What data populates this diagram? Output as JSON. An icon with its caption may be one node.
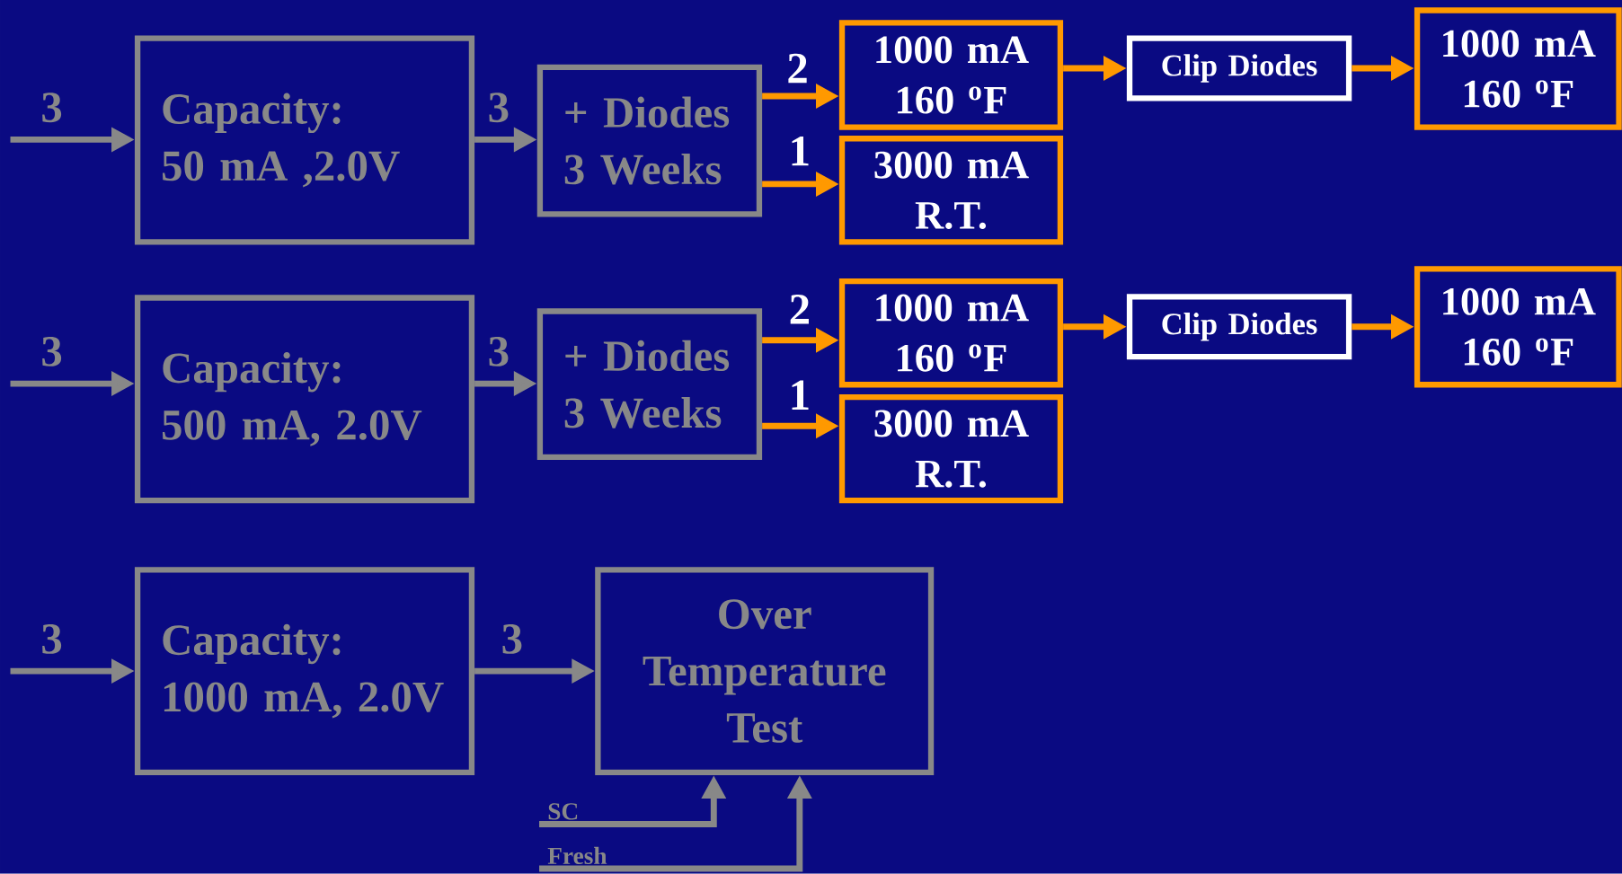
{
  "diagram": {
    "nodes": [
      {
        "text": [
          "Capacity:",
          "50 mA ,2.0V"
        ]
      },
      {
        "text": [
          "+ Diodes",
          "3 Weeks"
        ]
      },
      {
        "text": [
          "1000 mA",
          "160 $^{o}$F"
        ]
      },
      {
        "text": [
          "3000 mA",
          "R.T."
        ]
      },
      {
        "text": [
          "Clip Diodes"
        ]
      },
      {
        "text": [
          "1000 mA",
          "160 $^{o}$F"
        ]
      },
      {
        "text": [
          "Capacity:",
          "500 mA, 2.0V"
        ]
      },
      {
        "text": [
          "+ Diodes",
          "3 Weeks"
        ]
      },
      {
        "text": [
          "1000 mA",
          "160 $^{o}$F"
        ]
      },
      {
        "text": [
          "3000 mA",
          "R.T."
        ]
      },
      {
        "text": [
          "Clip Diodes"
        ]
      },
      {
        "text": [
          "1000 mA",
          "160 $^{o}$F"
        ]
      },
      {
        "text": [
          "Capacity:",
          "1000 mA, 2.0V"
        ]
      },
      {
        "text": [
          "Over Temperature Test"
        ]
      },
      {
        "text": [
          "SC"
        ]
      },
      {
        "text": [
          "Fresh"
        ]
      }
    ],
    "edges": [
      {
        "from": null,
        "to": 0,
        "arrow": "to",
        "label": "3"
      },
      {
        "from": 0,
        "to": 1,
        "arrow": "to",
        "label": "3"
      },
      {
        "from": 1,
        "to": 2,
        "arrow": "to",
        "label": "2",
        "color": "#ff9900"
      },
      {
        "from": 1,
        "to": 3,
        "arrow": "to",
        "label": "1",
        "color": "#ff9900"
      },
      {
        "from": 2,
        "to": 4,
        "arrow": "to",
        "color": "#ff9900"
      },
      {
        "from": 4,
        "to": 5,
        "arrow": "to",
        "color": "#ff9900"
      },
      {
        "from": null,
        "to": 6,
        "arrow": "to",
        "label": "3"
      },
      {
        "from": 6,
        "to": 7,
        "arrow": "to",
        "label": "3"
      },
      {
        "from": 7,
        "to": 8,
        "arrow": "to",
        "label": "2",
        "color": "#ff9900"
      },
      {
        "from": 7,
        "to": 9,
        "arrow": "to",
        "label": "1",
        "color": "#ff9900"
      },
      {
        "from": 8,
        "to": 10,
        "arrow": "to",
        "color": "#ff9900"
      },
      {
        "from": 10,
        "to": 11,
        "arrow": "to",
        "color": "#ff9900"
      },
      {
        "from": null,
        "to": 12,
        "arrow": "to",
        "label": "3"
      },
      {
        "from": 12,
        "to": 13,
        "arrow": "to",
        "label": "3"
      },
      {
        "from": 14,
        "to": 13,
        "arrow": "to"
      },
      {
        "from": 15,
        "to": 13,
        "arrow": "to"
      }
    ]
  }
}
